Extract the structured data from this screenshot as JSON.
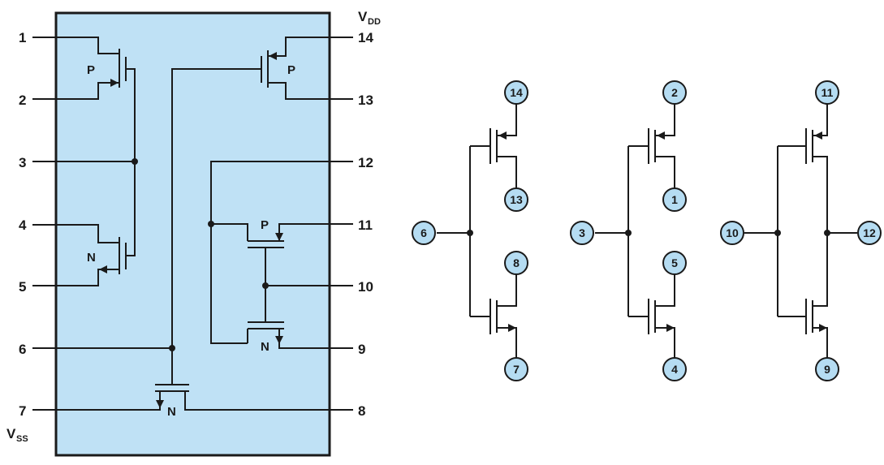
{
  "colors": {
    "package_fill": "#bfe1f5",
    "wire": "#1a1a1a",
    "circle_fill": "#b5dcf2"
  },
  "ic": {
    "vdd": {
      "main": "V",
      "sub": "DD"
    },
    "vss": {
      "main": "V",
      "sub": "SS"
    },
    "pins_left": [
      "1",
      "2",
      "3",
      "4",
      "5",
      "6",
      "7"
    ],
    "pins_right": [
      "14",
      "13",
      "12",
      "11",
      "10",
      "9",
      "8"
    ],
    "mos_labels": {
      "pmos_left": "P",
      "nmos_left": "N",
      "pmos_right": "P",
      "pmos_mid": "P",
      "nmos_mid": "N",
      "nmos_bottom": "N"
    }
  },
  "pairs": [
    {
      "top_source": "14",
      "top_drain": "13",
      "gate": "6",
      "bottom_drain": "8",
      "bottom_source": "7"
    },
    {
      "top_source": "2",
      "top_drain": "1",
      "gate": "3",
      "bottom_drain": "5",
      "bottom_source": "4"
    },
    {
      "top_source": "11",
      "gate": "10",
      "output": "12",
      "bottom_source": "9"
    }
  ]
}
